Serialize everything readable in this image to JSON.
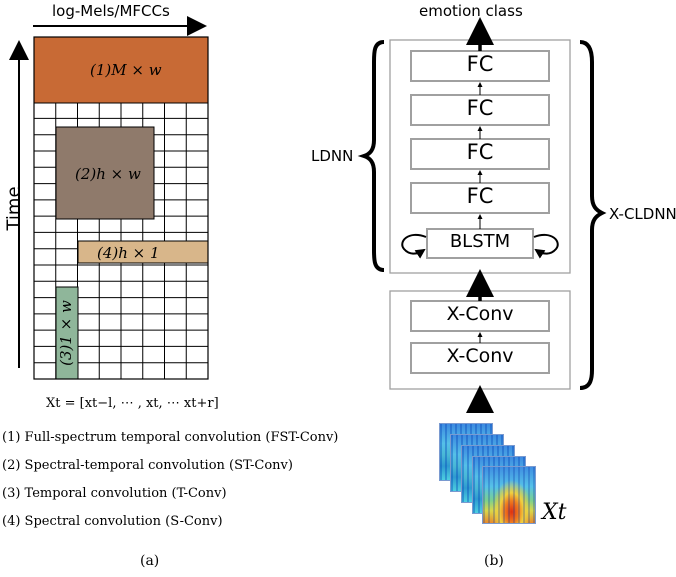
{
  "panel_a": {
    "axis_x_label": "log-Mels/MFCCs",
    "axis_y_label": "Time",
    "grid": {
      "rows": 21,
      "cols": 8
    },
    "filters": {
      "fst": {
        "label": "(1)M × w",
        "color": "#C86A35"
      },
      "st": {
        "label": "(2)h × w",
        "color": "#8F7A6B"
      },
      "s": {
        "label": "(4)h × 1",
        "color": "#D8B68A"
      },
      "t": {
        "label": "(3)1 × w",
        "color": "#8FB69A"
      }
    },
    "input_formula": "X_t = [x_{t−l}, ⋯, x_t, ⋯ x_{t+r}]",
    "input_formula_display": "Xt = [xt−l, ⋯ , xt, ⋯ xt+r]",
    "legend": [
      "(1) Full-spectrum temporal convolution (FST-Conv)",
      "(2) Spectral-temporal convolution (ST-Conv)",
      "(3) Temporal convolution (T-Conv)",
      "(4) Spectral convolution (S-Conv)"
    ],
    "caption": "(a)"
  },
  "panel_b": {
    "output_label": "emotion class",
    "fc_layers": [
      "FC",
      "FC",
      "FC",
      "FC"
    ],
    "blstm_label": "BLSTM",
    "conv_layers": [
      "X-Conv",
      "X-Conv"
    ],
    "ldnn_label": "LDNN",
    "cldnn_label": "X-CLDNN",
    "input_label": "Xt",
    "caption": "(b)"
  }
}
